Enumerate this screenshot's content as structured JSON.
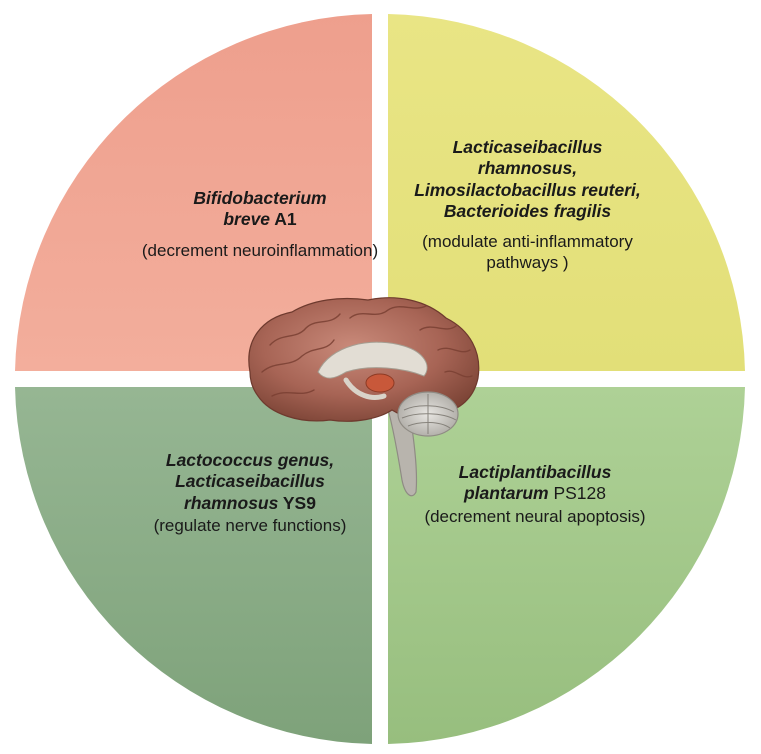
{
  "colors": {
    "top_left": "#F0A593",
    "top_right": "#E5E27E",
    "bottom_left": "#8CAE88",
    "bottom_right": "#A2C78A",
    "divider": "#ffffff"
  },
  "quadrants": {
    "top_left": {
      "species": [
        {
          "text": "Bifidobacterium",
          "italic": true
        },
        {
          "text": "breve",
          "italic": true
        },
        {
          "text": " A1",
          "italic": false
        }
      ],
      "effect": "(decrement neuroinflammation)"
    },
    "top_right": {
      "species": [
        {
          "text": "Lacticaseibacillus rhamnosus, Limosilactobacillus reuteri, Bacterioides fragilis",
          "italic": true
        }
      ],
      "effect": "(modulate anti-inflammatory pathways )"
    },
    "bottom_left": {
      "species": [
        {
          "text": "Lactococcus genus, Lacticaseibacillus rhamnosus",
          "italic": true
        },
        {
          "text": " YS9",
          "italic": false
        }
      ],
      "effect": "(regulate nerve functions)"
    },
    "bottom_right": {
      "species": [
        {
          "text": "Lactiplantibacillus plantarum",
          "italic": true
        }
      ],
      "effect_inline": " PS128",
      "effect": "(decrement neural apoptosis)"
    }
  },
  "center_icon": "brain-icon"
}
